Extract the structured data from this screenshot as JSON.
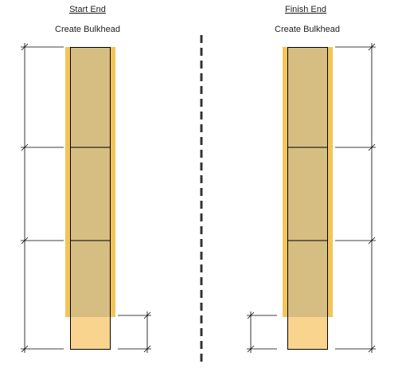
{
  "start": {
    "title": "Start End",
    "subtitle": "Create Bulkhead"
  },
  "finish": {
    "title": "Finish End",
    "subtitle": "Create Bulkhead"
  },
  "colors": {
    "bulkhead_strip": "#f2c45a",
    "column_fill": "#d6bd82",
    "bottom_block": "#f8d48f",
    "divider": "#333333",
    "lines": "#000000"
  }
}
